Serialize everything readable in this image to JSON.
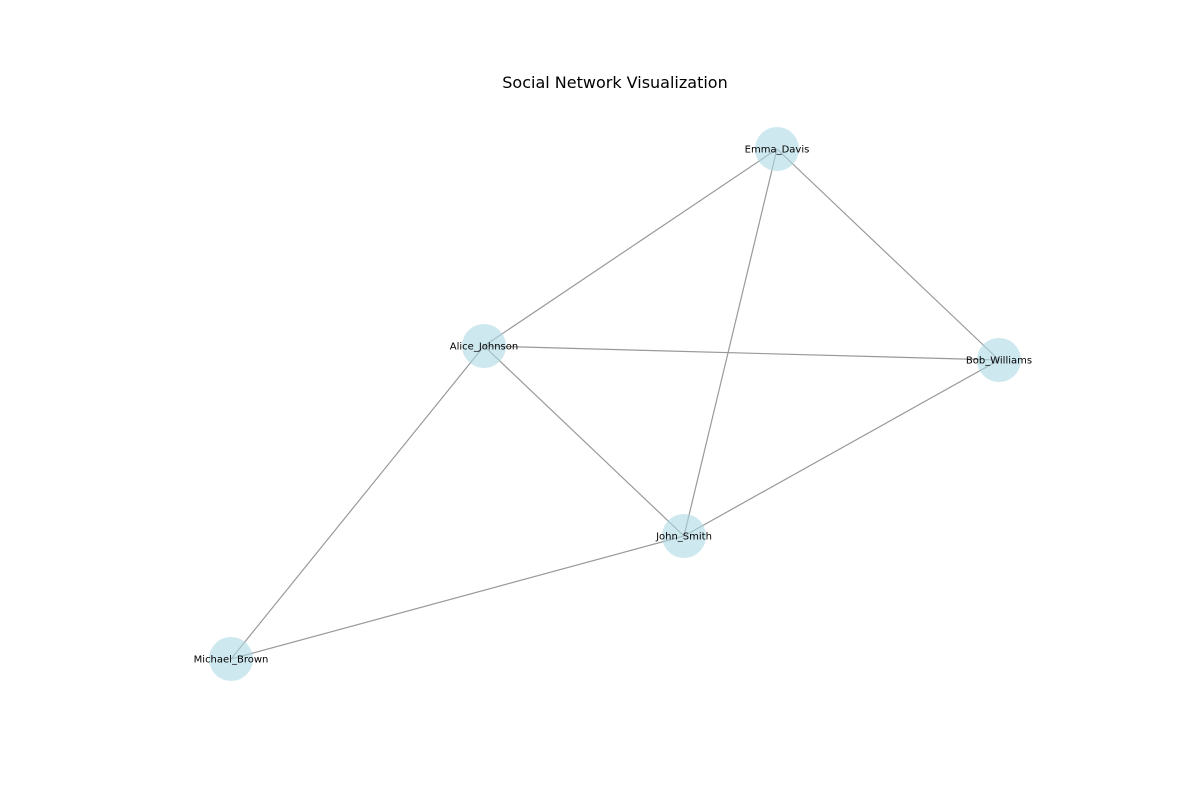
{
  "title": "Social Network Visualization",
  "colors": {
    "node_fill": "#add8e6",
    "edge": "#999999",
    "text": "#000000",
    "background": "#ffffff"
  },
  "nodes": [
    {
      "id": "Emma_Davis",
      "label": "Emma_Davis"
    },
    {
      "id": "Alice_Johnson",
      "label": "Alice_Johnson"
    },
    {
      "id": "Bob_Williams",
      "label": "Bob_Williams"
    },
    {
      "id": "John_Smith",
      "label": "John_Smith"
    },
    {
      "id": "Michael_Brown",
      "label": "Michael_Brown"
    }
  ],
  "edges": [
    {
      "source": "Emma_Davis",
      "target": "Alice_Johnson"
    },
    {
      "source": "Emma_Davis",
      "target": "John_Smith"
    },
    {
      "source": "Emma_Davis",
      "target": "Bob_Williams"
    },
    {
      "source": "Alice_Johnson",
      "target": "Bob_Williams"
    },
    {
      "source": "Alice_Johnson",
      "target": "John_Smith"
    },
    {
      "source": "Alice_Johnson",
      "target": "Michael_Brown"
    },
    {
      "source": "Bob_Williams",
      "target": "John_Smith"
    },
    {
      "source": "John_Smith",
      "target": "Michael_Brown"
    }
  ]
}
